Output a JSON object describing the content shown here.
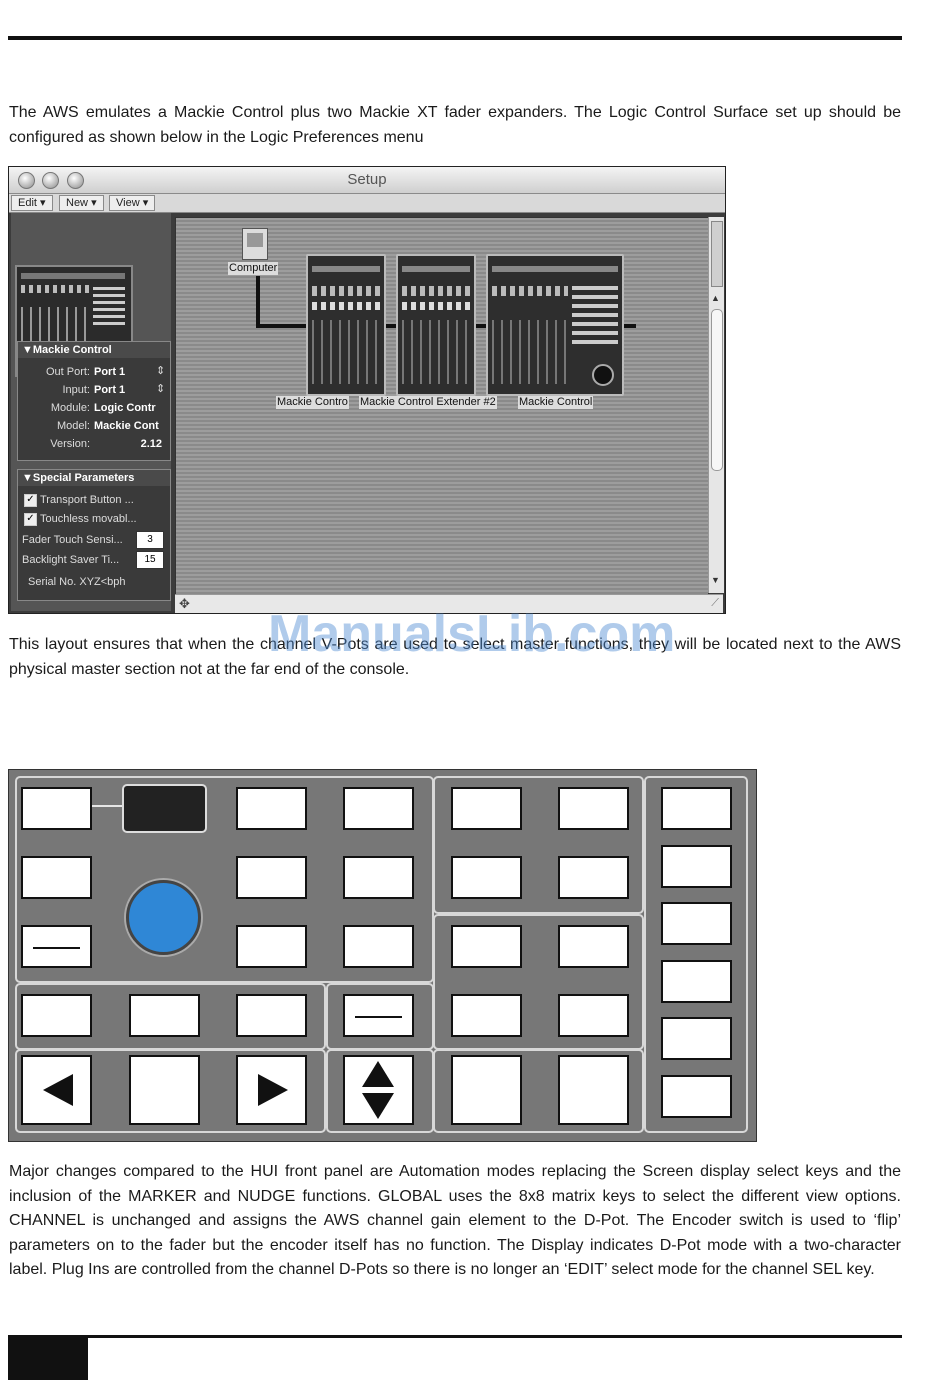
{
  "intro_text": "The AWS emulates a Mackie Control plus two Mackie XT fader expanders. The Logic Control Surface set up should be configured as shown below in the Logic Preferences menu",
  "setup_window": {
    "title": "Setup",
    "menus": [
      "Edit",
      "New",
      "View"
    ],
    "computer_label": "Computer",
    "unit_labels": [
      "Mackie Contro",
      "Mackie Control Extender #2",
      "Mackie Control"
    ],
    "mackie_section": {
      "title": "Mackie Control",
      "rows": [
        {
          "label": "Out Port:",
          "value": "Port 1"
        },
        {
          "label": "Input:",
          "value": "Port 1"
        },
        {
          "label": "Module:",
          "value": "Logic Contr"
        },
        {
          "label": "Model:",
          "value": "Mackie Cont"
        },
        {
          "label": "Version:",
          "value": "2.12"
        }
      ]
    },
    "special_section": {
      "title": "Special Parameters",
      "checks": [
        "Transport Button ...",
        "Touchless movabl..."
      ],
      "fields": [
        {
          "label": "Fader Touch Sensi...",
          "value": "3"
        },
        {
          "label": "Backlight Saver Ti...",
          "value": "15"
        }
      ],
      "serial": "Serial No. XYZ<bph"
    }
  },
  "middle_text": "This layout ensures that when the channel V-Pots are used to select master functions, they will be located next to the AWS physical master section not at the far end of the console.",
  "watermark": "ManualsLib.com",
  "key_icons": {
    "left": "left-arrow-icon",
    "right": "right-arrow-icon",
    "updown": "up-down-arrow-icon"
  },
  "bottom_text": "Major changes compared to the HUI front panel are Automation modes replacing the Screen display select keys and the inclusion of the MARKER and NUDGE functions. GLOBAL uses the 8x8 matrix keys to select the different view options. CHANNEL is unchanged and assigns the AWS channel gain element to the D-Pot. The Encoder switch is used to ‘flip’ parameters on to the fader but the encoder itself has no function. The Display indicates D-Pot mode with a two-character label. Plug Ins are controlled from the channel D-Pots so there is no longer an ‘EDIT’ select mode for the channel SEL key."
}
